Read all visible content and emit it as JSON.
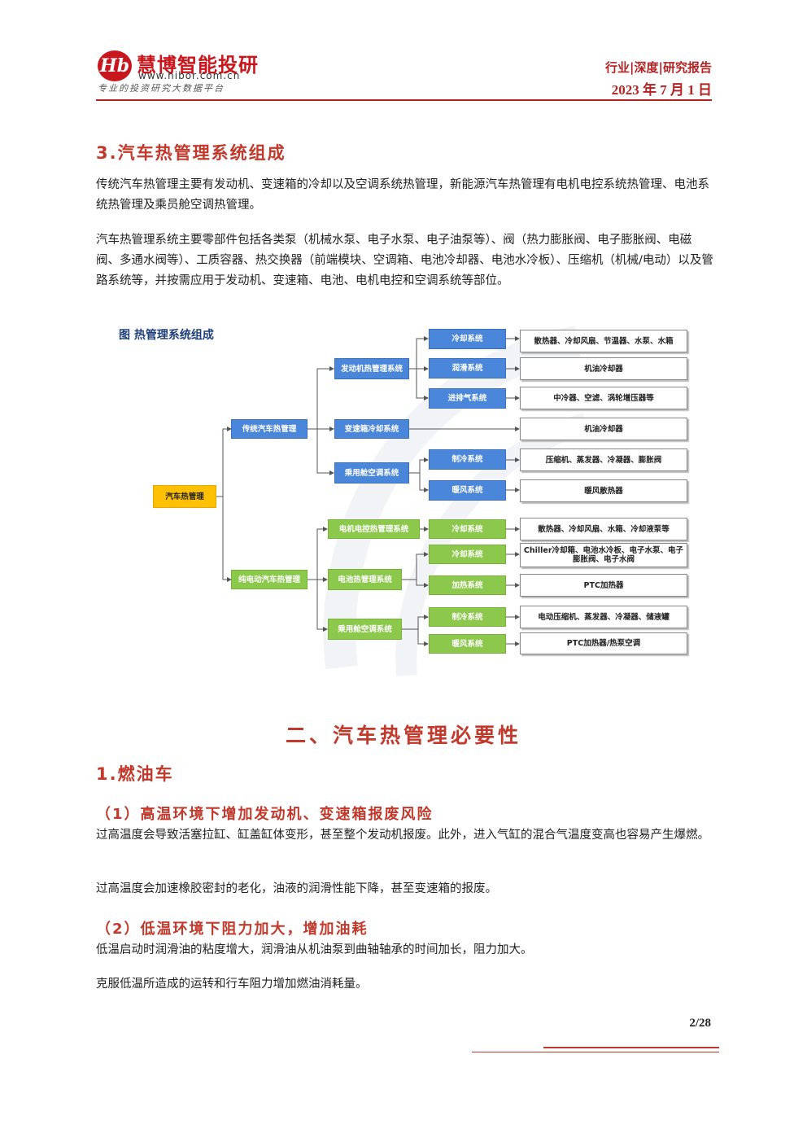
{
  "header": {
    "logo_mark": "Hb",
    "logo_name": "慧博智能投研",
    "logo_url": "www.hibor.com.cn",
    "logo_slogan": "专业的投资研究大数据平台",
    "category": "行业|深度|研究报告",
    "date": "2023 年 7 月 1 日"
  },
  "section3": {
    "title": "3.汽车热管理系统组成",
    "para1": "传统汽车热管理主要有发动机、变速箱的冷却以及空调系统热管理，新能源汽车热管理有电机电控系统热管理、电池系统热管理及乘员舱空调热管理。",
    "para2": "汽车热管理系统主要零部件包括各类泵（机械水泵、电子水泵、电子油泵等）、阀（热力膨胀阀、电子膨胀阀、电磁阀、多通水阀等）、工质容器、热交换器（前端模块、空调箱、电池冷却器、电池水冷板）、压缩机（机械/电动）以及管路系统等，并按需应用于发动机、变速箱、电池、电机电控和空调系统等部位。"
  },
  "figure": {
    "caption": "图 热管理系统组成",
    "nodes": {
      "root": "汽车热管理",
      "traditional": "传统汽车热管理",
      "ev": "纯电动汽车热管理",
      "engine": "发动机热管理系统",
      "gearbox": "变速箱冷却系统",
      "cabin_t": "乘用舱空调系统",
      "motor": "电机电控热管理系统",
      "battery": "电池热管理系统",
      "cabin_e": "乘用舱空调系统",
      "eng_cool": "冷却系统",
      "eng_lube": "润滑系统",
      "eng_air": "进排气系统",
      "cab_cool_t": "制冷系统",
      "cab_heat_t": "暖风系统",
      "mot_cool": "冷却系统",
      "bat_cool": "冷却系统",
      "bat_heat": "加热系统",
      "cab_cool_e": "制冷系统",
      "cab_heat_e": "暖风系统",
      "leaf1": "散热器、冷却风扇、节温器、水泵、水箱",
      "leaf2": "机油冷却器",
      "leaf3": "中冷器、空滤、涡轮增压器等",
      "leaf4": "机油冷却器",
      "leaf5": "压缩机、蒸发器、冷凝器、膨胀阀",
      "leaf6": "暖风散热器",
      "leaf7": "散热器、冷却风扇、水箱、冷却液泵等",
      "leaf8": "Chiller冷却箱、电池水冷板、电子水泵、电子膨胀阀、电子水阀",
      "leaf9": "PTC加热器",
      "leaf10": "电动压缩机、蒸发器、冷凝器、储液罐",
      "leaf11": "PTC加热器/热泵空调"
    }
  },
  "section_two": {
    "title": "二、汽车热管理必要性",
    "sub1": "1.燃油车",
    "h_a": "（1）高温环境下增加发动机、变速箱报废风险",
    "p_a1": "过高温度会导致活塞拉缸、缸盖缸体变形，甚至整个发动机报废。此外，进入气缸的混合气温度变高也容易产生爆燃。",
    "p_a2": "过高温度会加速橡胶密封的老化，油液的润滑性能下降，甚至变速箱的报废。",
    "h_b": "（2）低温环境下阻力加大，增加油耗",
    "p_b1": "低温启动时润滑油的粘度增大，润滑油从机油泵到曲轴轴承的时间加长，阻力加大。",
    "p_b2": "克服低温所造成的运转和行车阻力增加燃油消耗量。"
  },
  "footer": {
    "page": "2/28"
  }
}
